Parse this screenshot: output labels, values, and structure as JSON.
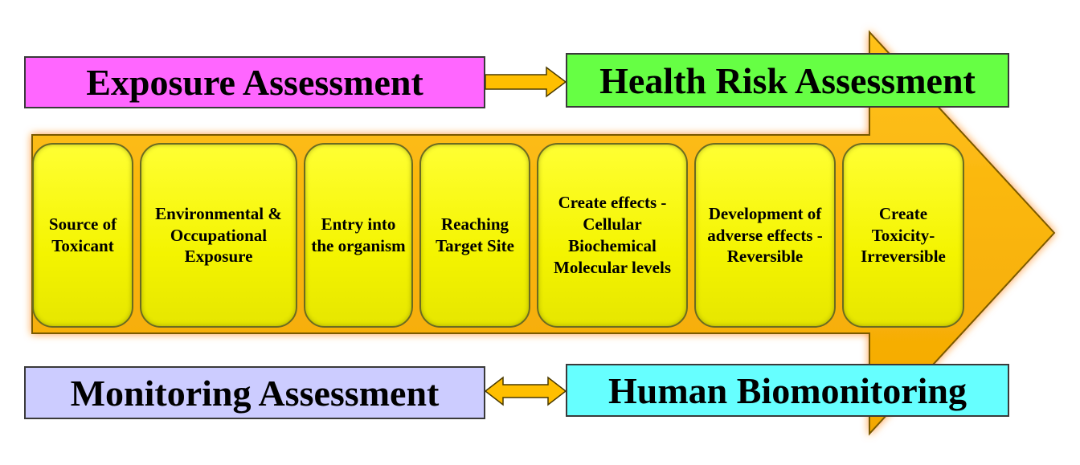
{
  "assessments": {
    "exposure": "Exposure Assessment",
    "health_risk": "Health Risk Assessment",
    "monitoring": "Monitoring Assessment",
    "human_biomonitoring": "Human Biomonitoring"
  },
  "stages": [
    "Source of Toxicant",
    "Environmental & Occupational Exposure",
    "Entry into the organism",
    "Reaching Target Site",
    "Create effects - Cellular Biochemical Molecular levels",
    "Development of adverse effects - Reversible",
    "Create Toxicity- Irreversible"
  ],
  "colors": {
    "exposure_box": "#ff66ff",
    "health_risk_box": "#66ff44",
    "monitoring_box": "#ccccff",
    "human_biomonitoring_box": "#66ffff",
    "main_arrow": "#ffbf00",
    "stage_fill": "#ffff00",
    "connector_arrow": "#ffbf00"
  }
}
